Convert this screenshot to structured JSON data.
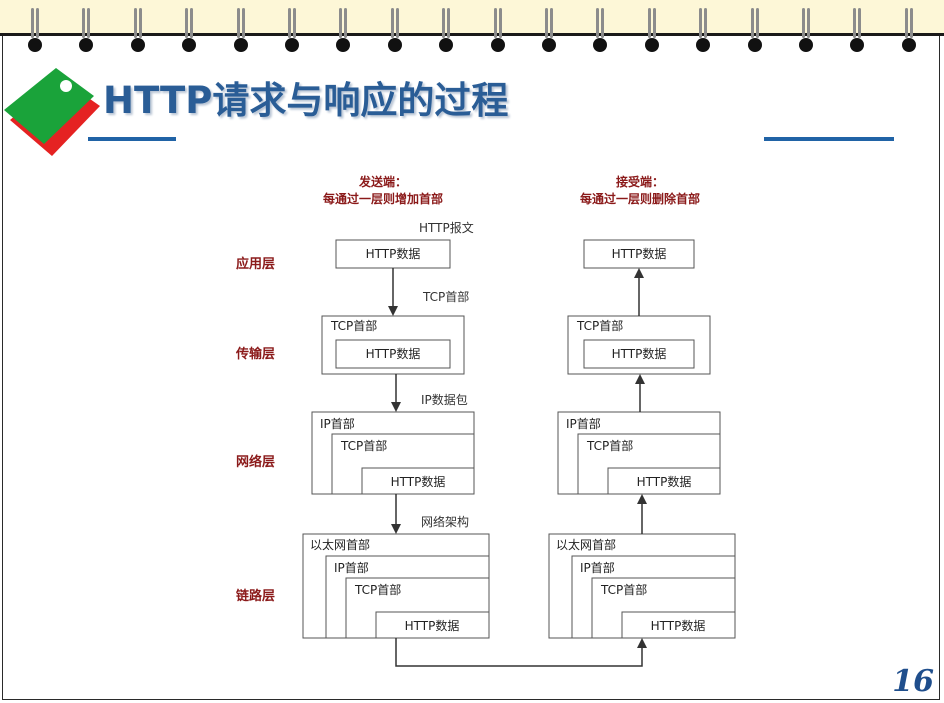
{
  "slide": {
    "title": "HTTP请求与响应的过程",
    "page_number": "16"
  },
  "diagram": {
    "sender_title": "发送端：",
    "sender_caption": "每通过一层则增加首部",
    "receiver_title": "接受端：",
    "receiver_caption": "每通过一层则删除首部",
    "layers": {
      "application": "应用层",
      "transport": "传输层",
      "network": "网络层",
      "link": "链路层"
    },
    "arrow_labels": {
      "http_message": "HTTP报文",
      "tcp_header": "TCP首部",
      "ip_packet": "IP数据包",
      "network_frame": "网络架构"
    },
    "box_text": {
      "http_data": "HTTP数据",
      "tcp_header": "TCP首部",
      "ip_header": "IP首部",
      "ethernet_header": "以太网首部"
    }
  },
  "colors": {
    "title": "#2a5d96",
    "layer_label": "#8b1a1a",
    "caption": "#8b1a1a",
    "tag_green": "#1aa33a",
    "tag_red": "#e02020"
  }
}
